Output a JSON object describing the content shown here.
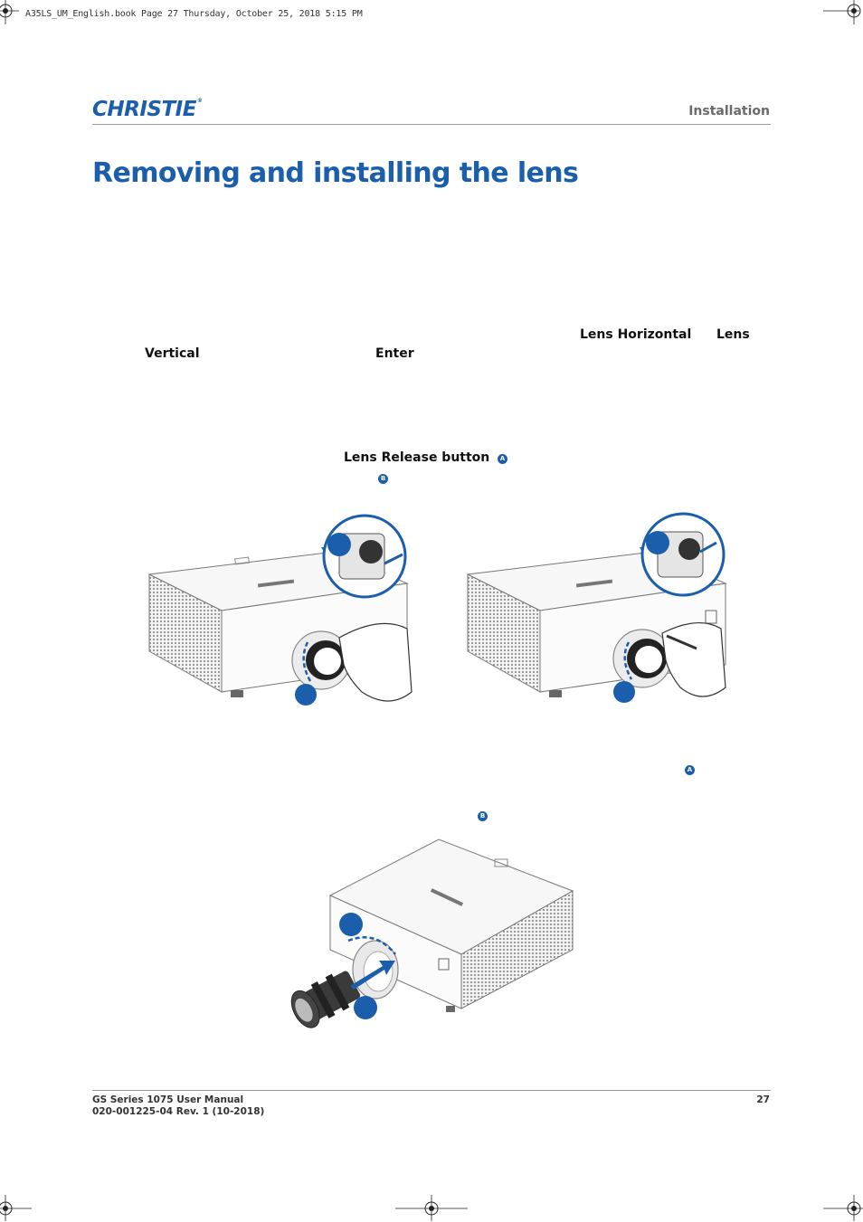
{
  "print_header": "A35LS_UM_English.book  Page 27  Thursday, October 25, 2018  5:15 PM",
  "brand": {
    "name": "CHRISTIE",
    "mark": "®"
  },
  "header": {
    "section": "Installation"
  },
  "page": {
    "title": "Removing and installing the lens"
  },
  "inline_terms": {
    "lens_horizontal": "Lens Horizontal",
    "lens": "Lens",
    "vertical": "Vertical",
    "enter": "Enter",
    "lens_release_button": "Lens Release button"
  },
  "badges": {
    "a": "A",
    "b": "B"
  },
  "footer": {
    "manual": "GS Series 1075 User Manual",
    "doc_number": "020-001225-04 Rev. 1 (10-2018)",
    "page_number": "27"
  },
  "colors": {
    "accent": "#1b5eab",
    "rule": "#9a9a9a",
    "label": "#6a6a6a"
  },
  "icons": [
    "registration-mark-icon",
    "projector-illustration",
    "lens-illustration",
    "arrow-icon"
  ]
}
